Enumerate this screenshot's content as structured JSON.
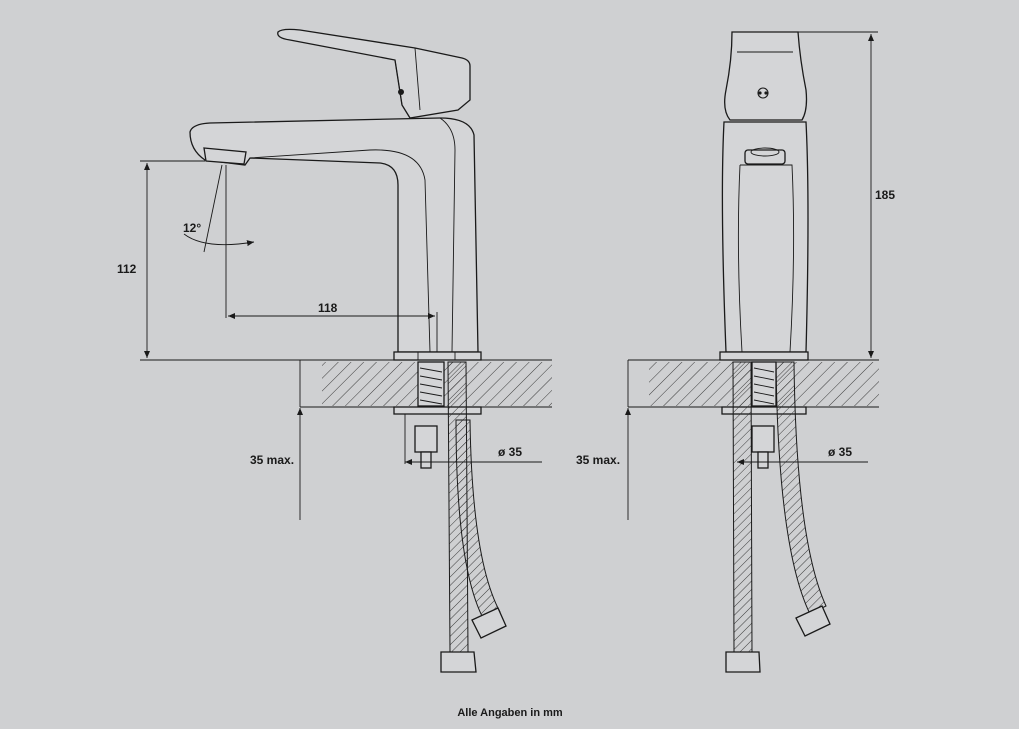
{
  "colors": {
    "background": "#cfd0d2",
    "line": "#1a1a1a"
  },
  "side_view": {
    "spout_height": "112",
    "spout_reach": "118",
    "spout_angle": "12°",
    "under_counter_length": "35 max.",
    "hole_diameter": "ø 35"
  },
  "front_view": {
    "total_height": "185",
    "under_counter_length": "35 max.",
    "hole_diameter": "ø 35"
  },
  "footnote": "Alle Angaben in mm"
}
